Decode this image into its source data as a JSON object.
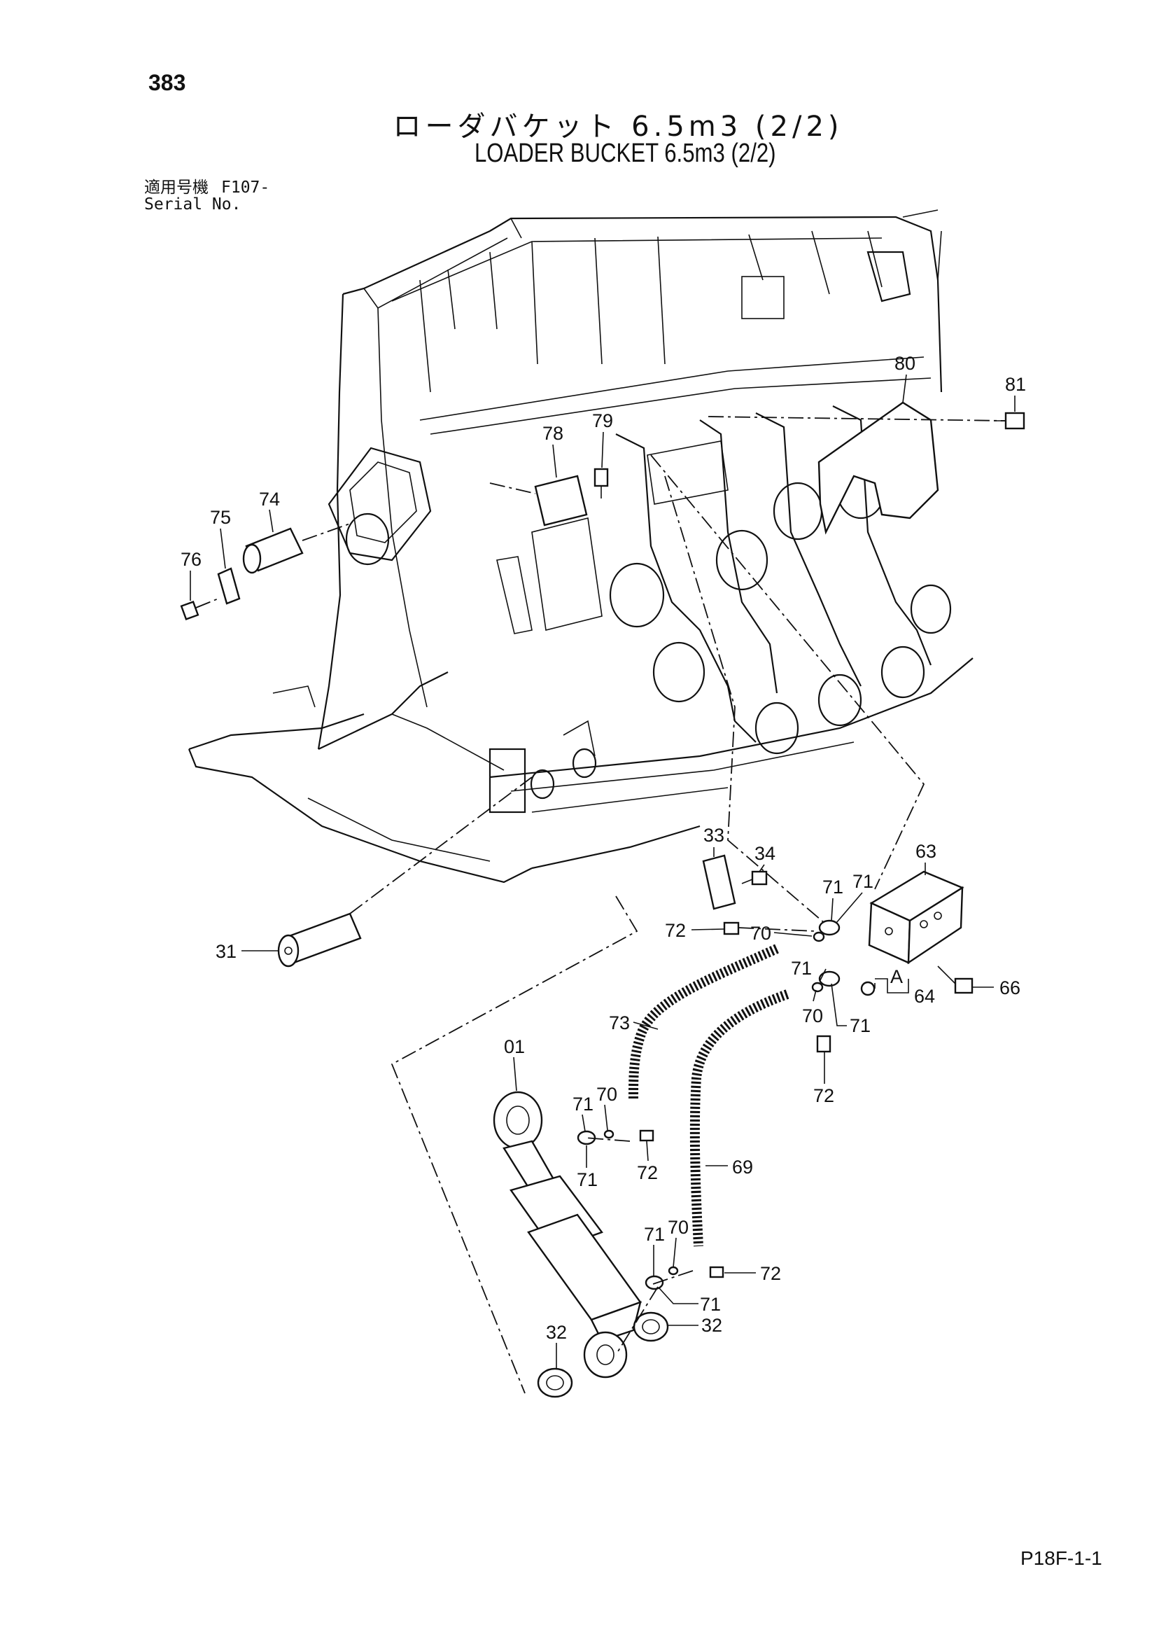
{
  "header": {
    "page_number": "383",
    "title_jp": "ローダバケット 6.5m3 (2/2)",
    "title_en": "LOADER BUCKET 6.5m3 (2/2)",
    "serial_label_jp": "適用号機",
    "serial_value": "F107-",
    "serial_label_en": "Serial No."
  },
  "footer": {
    "sheet_code": "P18F-1-1"
  },
  "callouts": {
    "c80": "80",
    "c81": "81",
    "c78": "78",
    "c79": "79",
    "c74": "74",
    "c75": "75",
    "c76": "76",
    "c33": "33",
    "c34": "34",
    "c63": "63",
    "c71a": "71",
    "c71b": "71",
    "c72a": "72",
    "c70a": "70",
    "c71c": "71",
    "cA": "A",
    "c64": "64",
    "c66": "66",
    "c70b": "70",
    "c71d": "71",
    "c73": "73",
    "c72b": "72",
    "c31": "31",
    "c01": "01",
    "c71e": "71",
    "c70c": "70",
    "c72c": "72",
    "c71f": "71",
    "c69": "69",
    "c71g": "71",
    "c70d": "70",
    "c72d": "72",
    "c71h": "71",
    "c32a": "32",
    "c32b": "32"
  }
}
